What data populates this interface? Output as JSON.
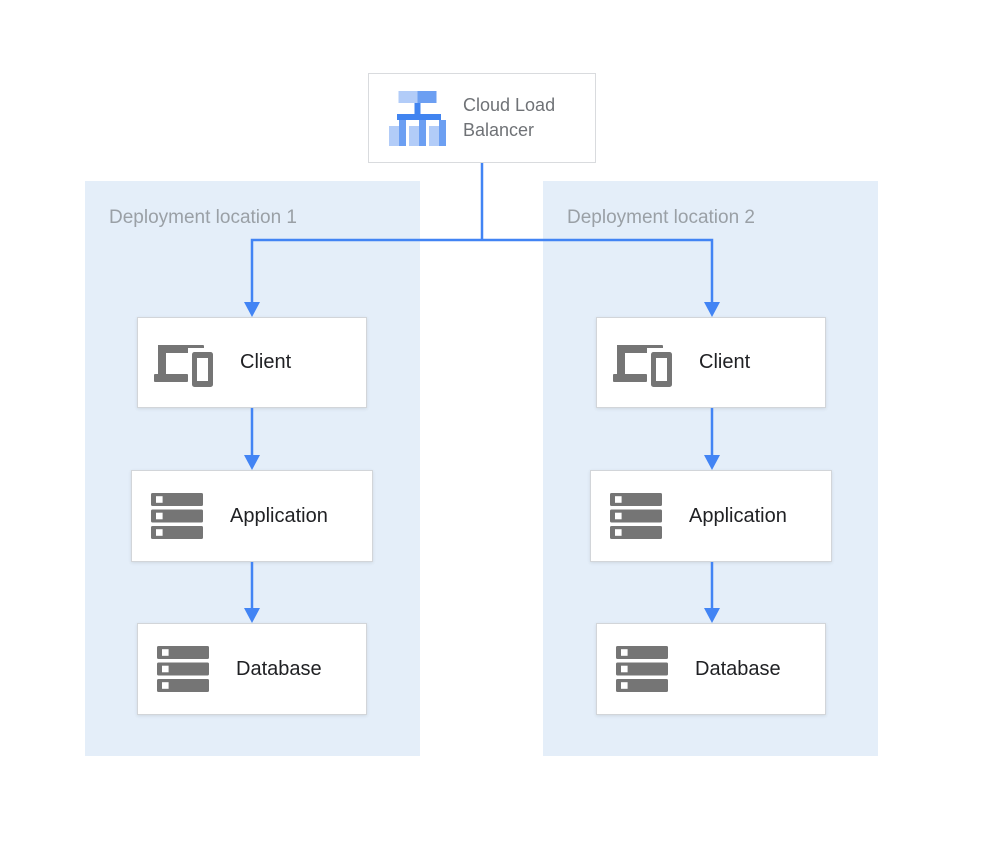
{
  "diagram": {
    "load_balancer": {
      "label": "Cloud Load Balancer",
      "icon": "cloud-load-balancer-icon"
    },
    "panels": [
      {
        "label": "Deployment location 1",
        "nodes": [
          {
            "label": "Client",
            "icon": "client-devices-icon"
          },
          {
            "label": "Application",
            "icon": "server-stack-icon"
          },
          {
            "label": "Database",
            "icon": "server-stack-icon"
          }
        ]
      },
      {
        "label": "Deployment location 2",
        "nodes": [
          {
            "label": "Client",
            "icon": "client-devices-icon"
          },
          {
            "label": "Application",
            "icon": "server-stack-icon"
          },
          {
            "label": "Database",
            "icon": "server-stack-icon"
          }
        ]
      }
    ],
    "connections": [
      {
        "from": "cloud-load-balancer",
        "to": "client-1"
      },
      {
        "from": "cloud-load-balancer",
        "to": "client-2"
      },
      {
        "from": "client-1",
        "to": "application-1"
      },
      {
        "from": "application-1",
        "to": "database-1"
      },
      {
        "from": "client-2",
        "to": "application-2"
      },
      {
        "from": "application-2",
        "to": "database-2"
      }
    ],
    "colors": {
      "arrow_blue": "#4284F4",
      "panel_background": "#E4EEF9",
      "panel_label_gray": "#9AA0A6",
      "node_border_gray": "#D2D5D9",
      "node_text": "#202124",
      "lb_text_gray": "#6F7276",
      "icon_gray": "#757575",
      "lb_icon_light_blue": "#B2CCF8",
      "lb_icon_medium_blue": "#6C9FF2",
      "lb_icon_dark_blue": "#4184F0"
    }
  }
}
